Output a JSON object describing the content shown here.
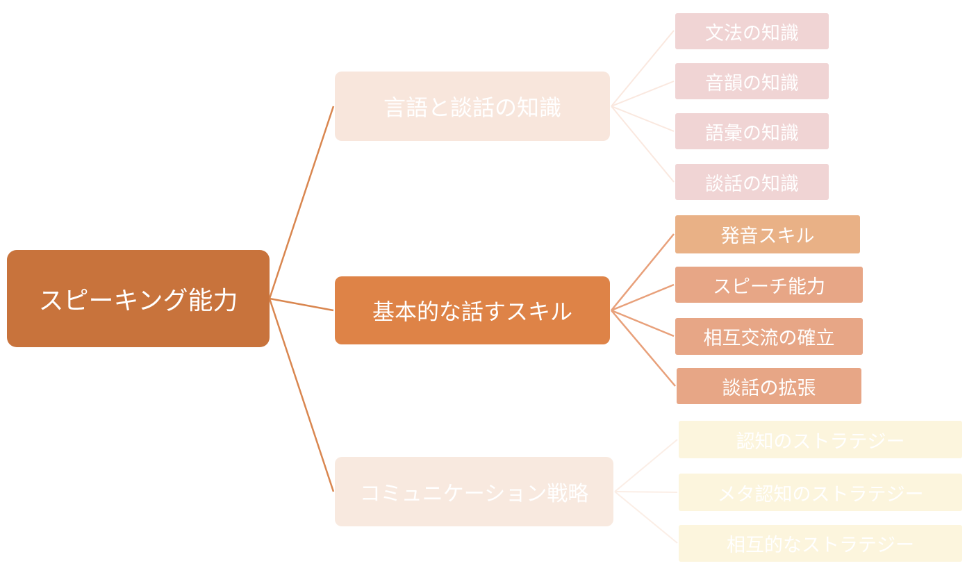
{
  "root": {
    "label": "スピーキング能力"
  },
  "branches": [
    {
      "label": "言語と談話の知識",
      "children": [
        "文法の知識",
        "音韻の知識",
        "語彙の知識",
        "談話の知識"
      ]
    },
    {
      "label": "基本的な話すスキル",
      "children": [
        "発音スキル",
        "スピーチ能力",
        "相互交流の確立",
        "談話の拡張"
      ]
    },
    {
      "label": "コミュニケーション戦略",
      "children": [
        "認知のストラテジー",
        "メタ認知のストラテジー",
        "相互的なストラテジー"
      ]
    }
  ],
  "colors": {
    "root": "#c8733c",
    "branch_knowledge": "#f8e6dc",
    "branch_skills": "#de8347",
    "branch_strategies": "#f8e9df",
    "leaf_knowledge": "#f0d4d4",
    "leaf_skills": "#e7a686",
    "leaf_strategies": "#fcf5dd",
    "connector_main": "#d9864f",
    "connector_knowledge": "#fae8df",
    "connector_skills": "#e8a07a",
    "connector_strategies": "#fbeee6"
  }
}
